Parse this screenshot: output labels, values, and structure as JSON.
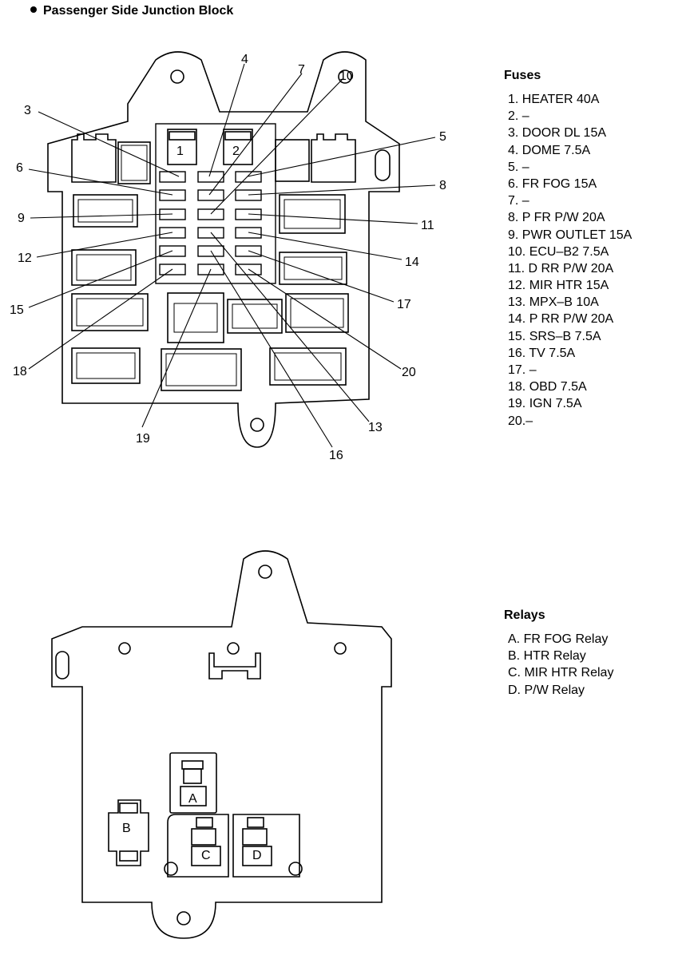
{
  "title": "Passenger Side Junction Block",
  "fuses": {
    "heading": "Fuses",
    "items": [
      "1. HEATER 40A",
      "2. –",
      "3. DOOR DL 15A",
      "4. DOME 7.5A",
      "5. –",
      "6. FR FOG 15A",
      "7. –",
      "8. P FR P/W 20A",
      "9. PWR OUTLET 15A",
      "10. ECU–B2 7.5A",
      "11. D RR P/W 20A",
      "12. MIR HTR 15A",
      "13. MPX–B 10A",
      "14. P RR P/W 20A",
      "15. SRS–B 7.5A",
      "16. TV 7.5A",
      "17. –",
      "18. OBD 7.5A",
      "19. IGN 7.5A",
      "20.–"
    ]
  },
  "relays": {
    "heading": "Relays",
    "items": [
      "A. FR FOG Relay",
      "B. HTR Relay",
      "C. MIR HTR Relay",
      "D. P/W Relay"
    ]
  },
  "diagram_labels": {
    "slot1": "1",
    "slot2": "2",
    "callouts": [
      "3",
      "4",
      "5",
      "6",
      "7",
      "8",
      "9",
      "10",
      "11",
      "12",
      "13",
      "14",
      "15",
      "16",
      "17",
      "18",
      "19",
      "20"
    ],
    "relay_a": "A",
    "relay_b": "B",
    "relay_c": "C",
    "relay_d": "D"
  }
}
